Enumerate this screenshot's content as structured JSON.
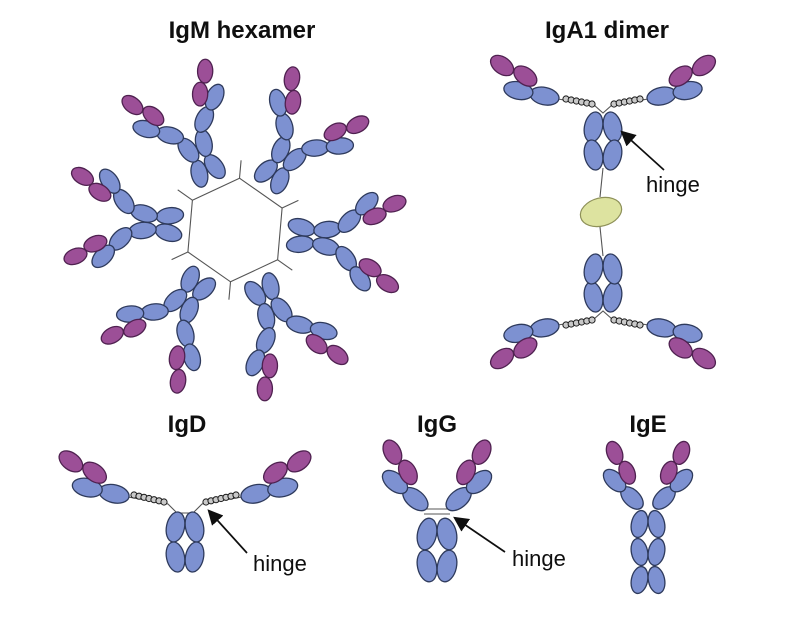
{
  "figure": {
    "background": "#ffffff",
    "colors": {
      "heavy_chain_fill": "#7d91d1",
      "heavy_chain_stroke": "#2e3a5c",
      "light_chain_fill": "#9c4f97",
      "light_chain_stroke": "#4f2150",
      "j_chain_fill": "#dde3a0",
      "j_chain_stroke": "#8e9159",
      "bead_fill": "#c9c9c9",
      "bead_stroke": "#1a1a1a",
      "connector_line": "#555555",
      "text": "#0f0f0f"
    },
    "labels": {
      "igm_title": "IgM hexamer",
      "iga1_title": "IgA1 dimer",
      "igd_title": "IgD",
      "igg_title": "IgG",
      "ige_title": "IgE",
      "iga1_hinge": "hinge",
      "igd_hinge": "hinge",
      "igg_hinge": "hinge"
    }
  }
}
